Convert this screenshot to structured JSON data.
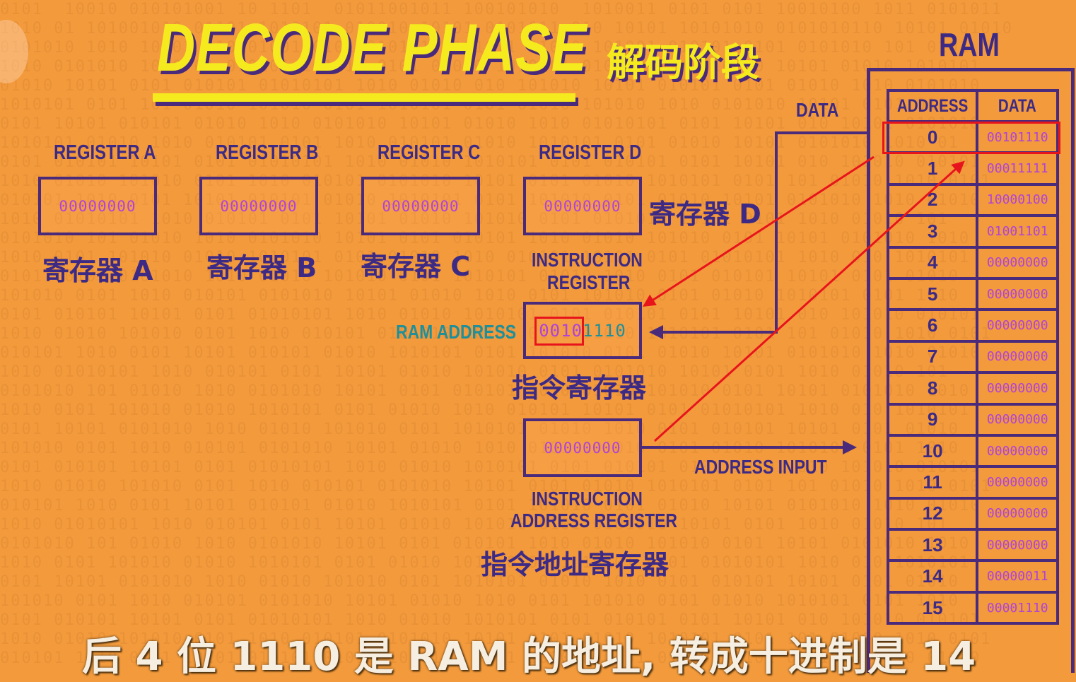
{
  "title": {
    "en": "DECODE PHASE",
    "cn": "解码阶段"
  },
  "registers": [
    {
      "label": "REGISTER A",
      "value": "00000000",
      "cn": "寄存器 A"
    },
    {
      "label": "REGISTER B",
      "value": "00000000",
      "cn": "寄存器 B"
    },
    {
      "label": "REGISTER C",
      "value": "00000000",
      "cn": "寄存器 C"
    },
    {
      "label": "REGISTER D",
      "value": "00000000",
      "cn": "寄存器 D"
    }
  ],
  "instruction_register": {
    "label_line1": "INSTRUCTION",
    "label_line2": "REGISTER",
    "value_high": "0010",
    "value_low": "1110",
    "cn": "指令寄存器",
    "ram_address_label": "RAM ADDRESS"
  },
  "instruction_address_register": {
    "value": "00000000",
    "label_line1": "INSTRUCTION",
    "label_line2": "ADDRESS REGISTER",
    "cn": "指令地址寄存器"
  },
  "bus_labels": {
    "data": "DATA",
    "address_input": "ADDRESS INPUT"
  },
  "ram": {
    "title": "RAM",
    "headers": [
      "ADDRESS",
      "DATA"
    ],
    "rows": [
      {
        "address": "0",
        "data": "00101110"
      },
      {
        "address": "1",
        "data": "00011111"
      },
      {
        "address": "2",
        "data": "10000100"
      },
      {
        "address": "3",
        "data": "01001101"
      },
      {
        "address": "4",
        "data": "00000000"
      },
      {
        "address": "5",
        "data": "00000000"
      },
      {
        "address": "6",
        "data": "00000000"
      },
      {
        "address": "7",
        "data": "00000000"
      },
      {
        "address": "8",
        "data": "00000000"
      },
      {
        "address": "9",
        "data": "00000000"
      },
      {
        "address": "10",
        "data": "00000000"
      },
      {
        "address": "11",
        "data": "00000000"
      },
      {
        "address": "12",
        "data": "00000000"
      },
      {
        "address": "13",
        "data": "00000000"
      },
      {
        "address": "14",
        "data": "00000011"
      },
      {
        "address": "15",
        "data": "00001110"
      }
    ]
  },
  "subtitle": "后 4 位 1110 是 RAM 的地址, 转成十进制是 14",
  "colors": {
    "background": "#f29a3c",
    "title": "#f5ea1e",
    "outline": "#4a2a7a",
    "value": "#b043d8",
    "annotation": "#e8141c",
    "ram_address_label": "#1f8f9a"
  }
}
